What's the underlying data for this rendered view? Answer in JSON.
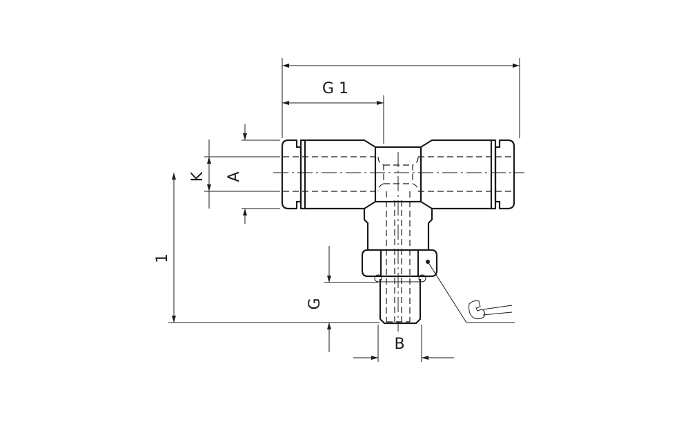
{
  "drawing": {
    "subject": "",
    "labels": {
      "overall_width": "",
      "half_width": "G 1",
      "outer_diameter": "K",
      "tube_diameter": "A",
      "height": "1",
      "thread": "G",
      "hex_width": "B"
    },
    "icons": {
      "wrench": "wrench-icon"
    },
    "colors": {
      "line": "#1a1a1a",
      "background": "#ffffff"
    }
  }
}
